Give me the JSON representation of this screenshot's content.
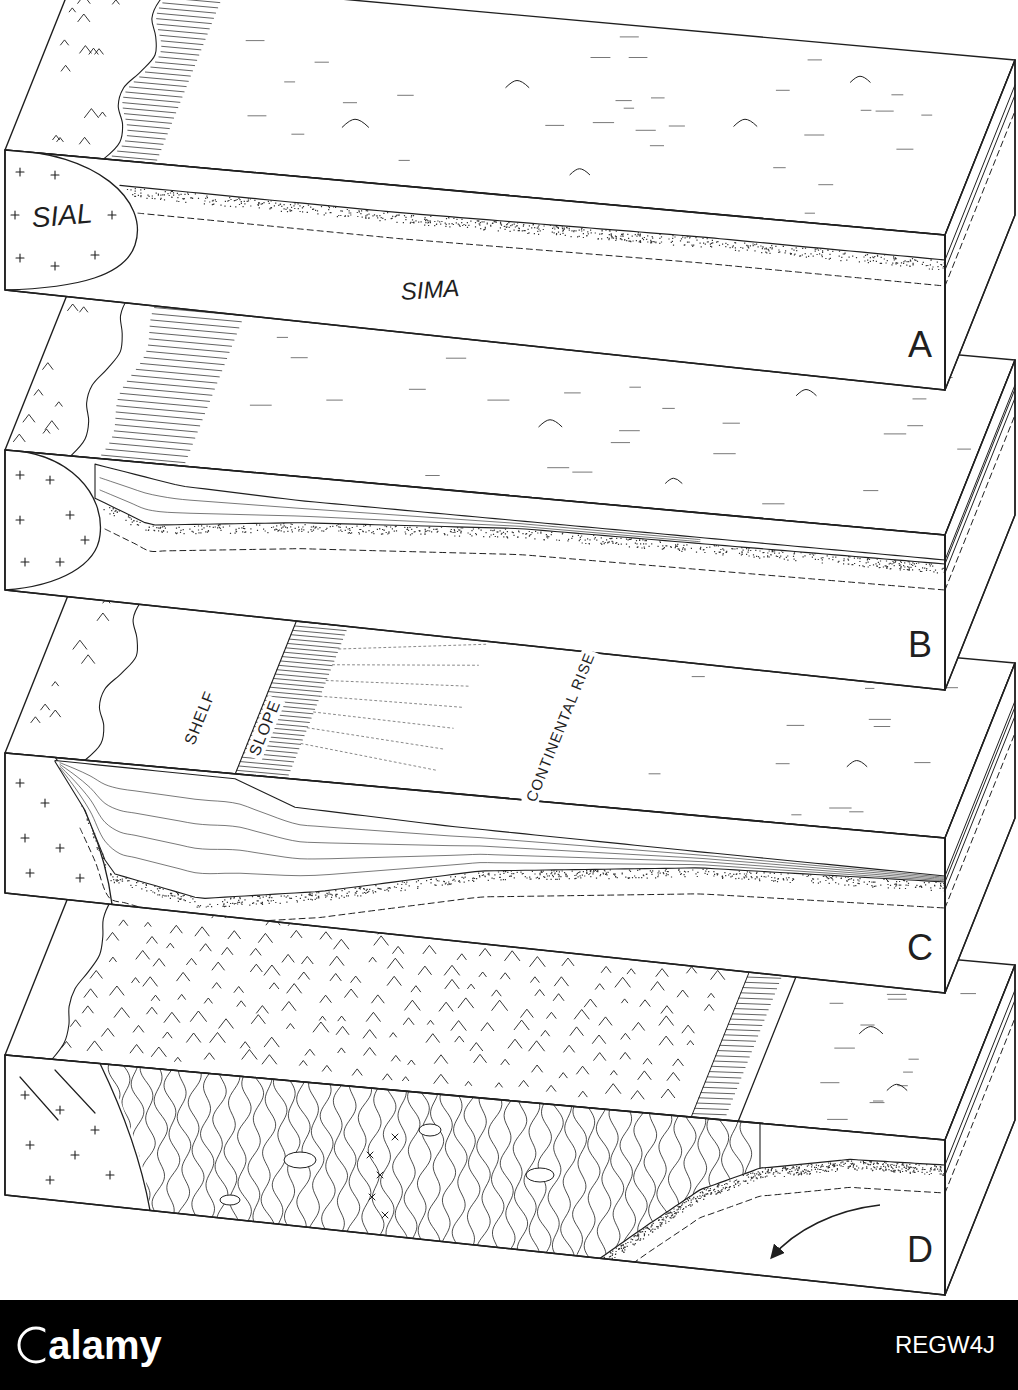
{
  "diagram": {
    "labels": [
      "SIAL",
      "SIMA",
      "A",
      "B",
      "SHELF",
      "SLOPE",
      "CONTINENTAL RISE",
      "C",
      "D",
      "alamy",
      "REGW4J"
    ]
  }
}
